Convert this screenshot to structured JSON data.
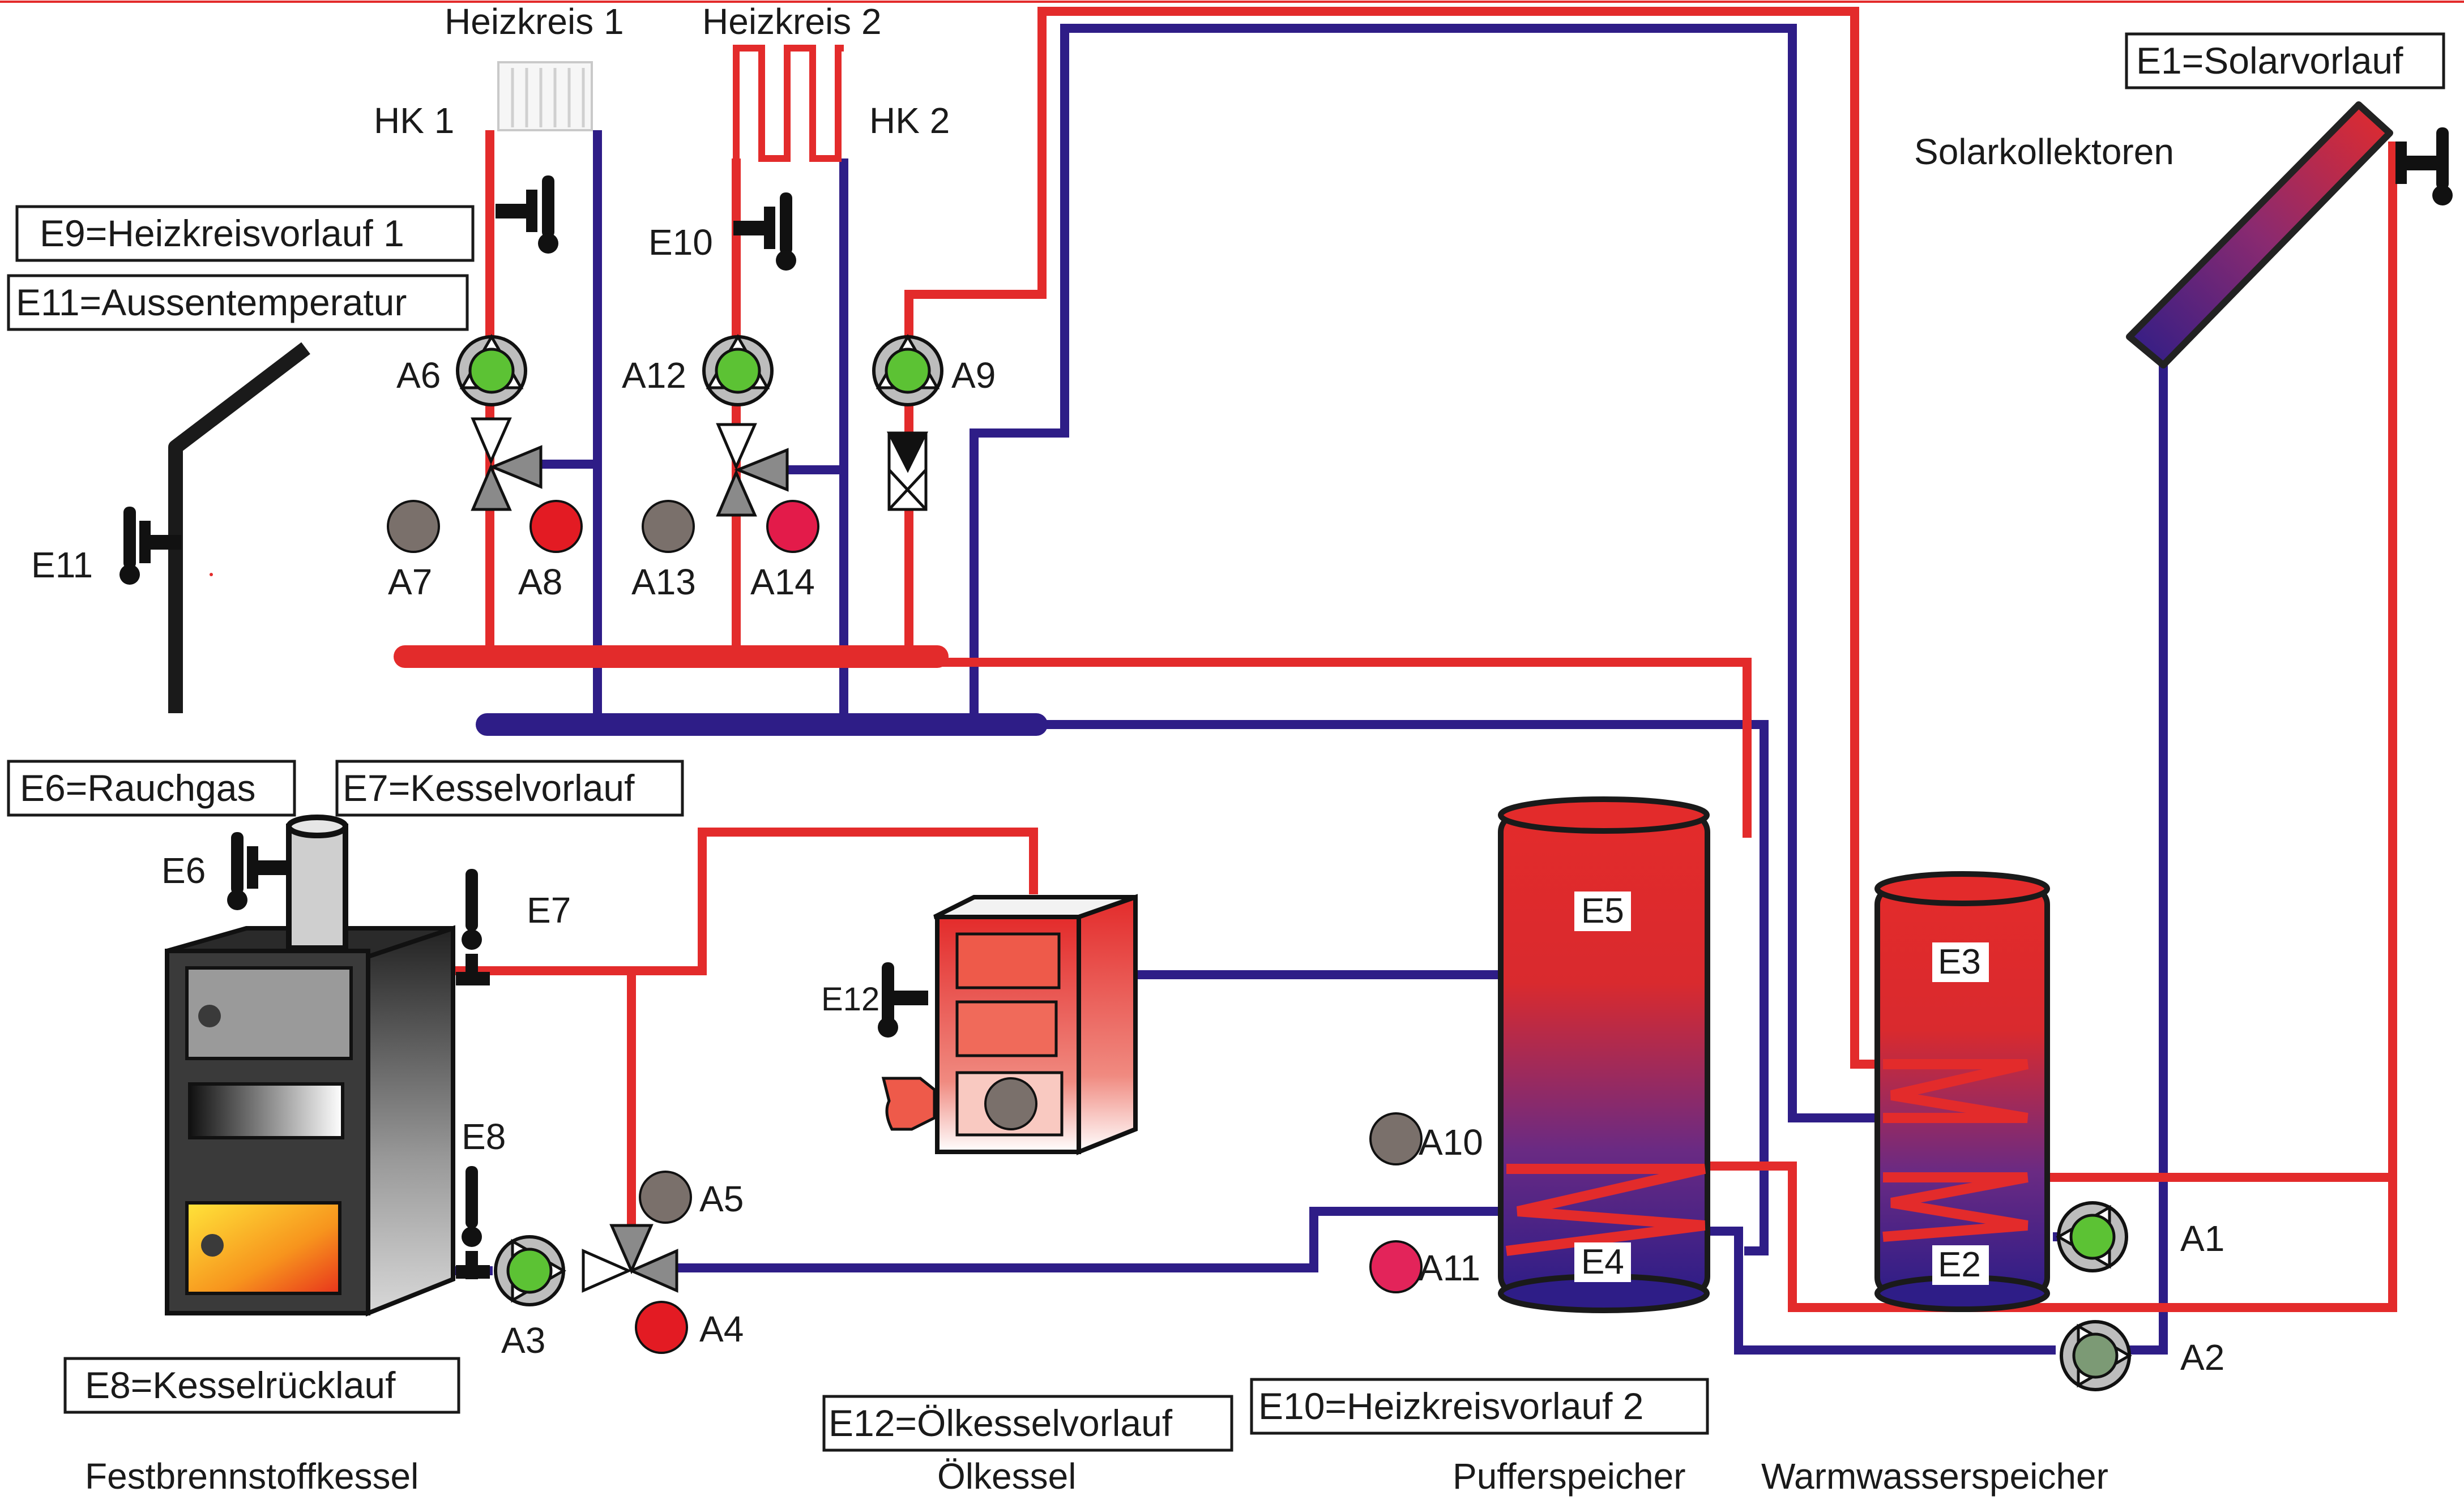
{
  "labels": {
    "heizkreis1": "Heizkreis 1",
    "heizkreis2": "Heizkreis 2",
    "hk1": "HK 1",
    "hk2": "HK 2",
    "solarkollektoren": "Solarkollektoren",
    "e10_short": "E10",
    "e11_short": "E11",
    "e6_short": "E6",
    "e7_short": "E7",
    "e8_short": "E8",
    "e12_short": "E12",
    "e1_tank": "E2",
    "e3": "E3",
    "e4": "E4",
    "e5": "E5",
    "a1": "A1",
    "a2": "A2",
    "a3": "A3",
    "a4": "A4",
    "a5": "A5",
    "a6": "A6",
    "a7": "A7",
    "a8": "A8",
    "a9": "A9",
    "a10": "A10",
    "a11": "A11",
    "a12": "A12",
    "a13": "A13",
    "a14": "A14"
  },
  "boxes": {
    "e1": "E1=Solarvorlauf",
    "e9": "E9=Heizkreisvorlauf 1",
    "e11": "E11=Aussentemperatur",
    "e6": "E6=Rauchgas",
    "e7": "E7=Kesselvorlauf",
    "e8": "E8=Kesselrücklauf",
    "e12": "E12=Ölkesselvorlauf",
    "e10": "E10=Heizkreisvorlauf 2"
  },
  "captions": {
    "festbrennstoffkessel": "Festbrennstoffkessel",
    "oelkessel": "Ölkessel",
    "pufferspeicher": "Pufferspeicher",
    "warmwasserspeicher": "Warmwasserspeicher"
  },
  "colors": {
    "supply": "#e32b2b",
    "return": "#2e1d87",
    "pump_green": "#5cc234",
    "sensor": "#111111",
    "output_grey": "#7a706b",
    "output_red": "#e31b23"
  }
}
